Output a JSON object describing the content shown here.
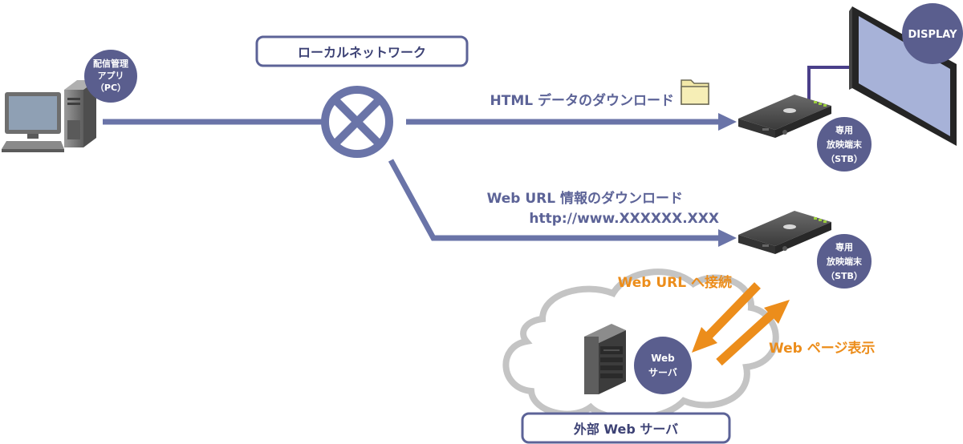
{
  "colors": {
    "line": "#6a74a8",
    "dark_circle": "#5a5e8e",
    "orange": "#ec8d1b",
    "cloud_stroke": "#c4c4c4",
    "display_screen": "#a7b2d8",
    "label_border": "#5c6397"
  },
  "icons": [
    "desktop-pc-icon",
    "router-cross-icon",
    "folder-icon",
    "stb-device-icon",
    "display-monitor-icon",
    "cloud-icon",
    "server-rack-icon"
  ],
  "pc": {
    "label_line1": "配信管理",
    "label_line2": "アプリ",
    "label_line3": "（PC）"
  },
  "network": {
    "label": "ローカルネットワーク"
  },
  "display": {
    "label": "DISPLAY"
  },
  "stb_top": {
    "label_line1": "専用",
    "label_line2": "放映端末",
    "label_line3": "（STB）"
  },
  "stb_bottom": {
    "label_line1": "専用",
    "label_line2": "放映端末",
    "label_line3": "（STB）"
  },
  "flows": {
    "html_download": "HTML データのダウンロード",
    "url_download": "Web URL 情報のダウンロード",
    "url_example": "http://www.XXXXXX.XXX",
    "connect": "Web URL へ接続",
    "page_display": "Web ページ表示"
  },
  "server": {
    "label_line1": "Web",
    "label_line2": "サーバ"
  },
  "external": {
    "label": "外部 Web サーバ"
  }
}
